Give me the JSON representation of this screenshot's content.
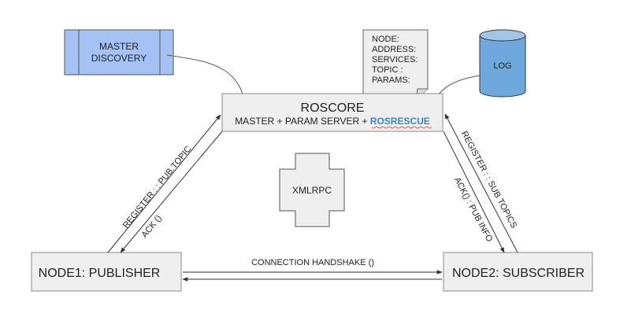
{
  "master_discovery": {
    "line1": "MASTER",
    "line2": "DISCOVERY"
  },
  "note": {
    "lines": [
      "NODE:",
      "ADDRESS:",
      "SERVICES:",
      "TOPIC :",
      "PARAMS:"
    ]
  },
  "log": {
    "label": "LOG"
  },
  "roscore": {
    "title": "ROSCORE",
    "subtitle_prefix": "MASTER + PARAM SERVER + ",
    "subtitle_highlight": "ROSRESCUE"
  },
  "xmlrpc": {
    "label": "XMLRPC"
  },
  "node1": {
    "label": "NODE1: PUBLISHER"
  },
  "node2": {
    "label": "NODE2: SUBSCRIBER"
  },
  "edges": {
    "register_pub": "REGISTER : : PUB.TOPIC",
    "ack_left": "ACK ()",
    "register_sub": "REGISTER : : SUB TOPICS",
    "ack_right": "ACK() : PUB INFO",
    "handshake": "CONNECTION HANDSHAKE ()"
  },
  "colors": {
    "box_fill": "#efefef",
    "box_stroke": "#666666",
    "master_fill": "#a4c2f4",
    "log_fill": "#6fa8dc",
    "log_top": "#9fc5e8",
    "highlight": "#3d85c6"
  }
}
